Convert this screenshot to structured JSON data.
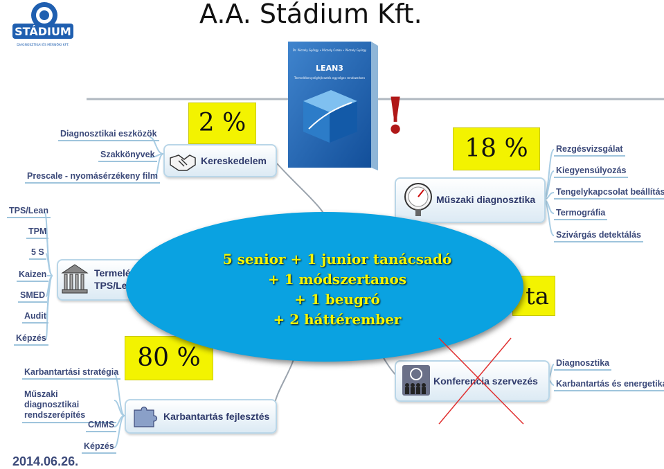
{
  "header": {
    "title": "A.A. Stádium Kft.",
    "logo_text": "STÁDIUM",
    "logo_subtext": "DIAGNOSZTIKAI ÉS MÉRNÖKI KFT."
  },
  "book": {
    "authors": "Dr. Pöczely György • Pöczely Csaba • Pöczely György",
    "title": "LEAN3",
    "subtitle": "Termelékenységfejlesztés egységes rendszerben"
  },
  "exclamation": "!",
  "percentages": {
    "trade": "2 %",
    "diagnostics": "18 %",
    "production": "80 %"
  },
  "nodes": {
    "trade": "Kereskedelem",
    "diagnostics": "Műszaki diagnosztika",
    "production_line1": "Termelékenység",
    "production_line2": "TPS/Lean",
    "maintenance": "Karbantartás fejlesztés",
    "conference": "Konferencia szervezés",
    "hidden_right": "ta"
  },
  "leaves": {
    "trade": [
      "Diagnosztikai eszközök",
      "Szakkönyvek",
      "Prescale - nyomásérzékeny film"
    ],
    "diagnostics": [
      "Rezgésvizsgálat",
      "Kiegyensúlyozás",
      "Tengelykapcsolat beállítás",
      "Termográfia",
      "Szivárgás detektálás"
    ],
    "production": [
      "TPS/Lean",
      "TPM",
      "5 S",
      "Kaizen",
      "SMED",
      "Audit",
      "Képzés"
    ],
    "maintenance": [
      "Karbantartási stratégia",
      "Műszaki diagnosztikai rendszerépítés",
      "CMMS",
      "Képzés"
    ],
    "conference": [
      "Diagnosztika",
      "Karbantartás és energetika"
    ]
  },
  "ellipse_lines": [
    "5 senior + 1 junior tanácsadó",
    "+ 1 módszertanos",
    "+ 1 beugró",
    "+ 2 háttérember"
  ],
  "date": "2014.06.26.",
  "colors": {
    "ellipse": "#0aa2e1",
    "ellipse_text": "#f6f600",
    "highlight": "#f3f300",
    "cross": "#e03030",
    "exclamation": "#b01818"
  }
}
